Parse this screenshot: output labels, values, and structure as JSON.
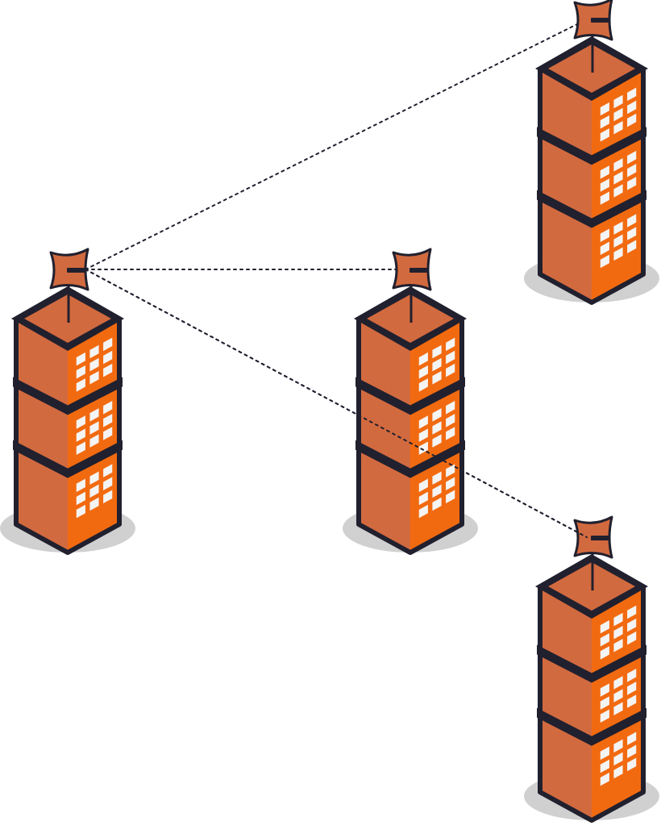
{
  "colors": {
    "facade_left": "#d26a3f",
    "facade_right": "#f26a10",
    "roof_top": "#d26a3f",
    "outline_dark": "#21202e",
    "window_pane": "#f4f4f4",
    "shadow": "#d0d0d0",
    "background": "#ffffff",
    "link_line": "#21202e"
  },
  "icons": {
    "building": "building-icon",
    "antenna": "antenna-icon"
  },
  "diagram": {
    "nodes": [
      {
        "id": "tower-a",
        "floors": 3,
        "has_antenna": true
      },
      {
        "id": "tower-b",
        "floors": 3,
        "has_antenna": true
      },
      {
        "id": "tower-c",
        "floors": 3,
        "has_antenna": true
      },
      {
        "id": "tower-d",
        "floors": 3,
        "has_antenna": true
      }
    ],
    "links": [
      {
        "from": "tower-a",
        "to": "tower-b",
        "style": "dotted"
      },
      {
        "from": "tower-a",
        "to": "tower-c",
        "style": "dotted"
      },
      {
        "from": "tower-a",
        "to": "tower-d",
        "style": "dotted"
      }
    ]
  }
}
